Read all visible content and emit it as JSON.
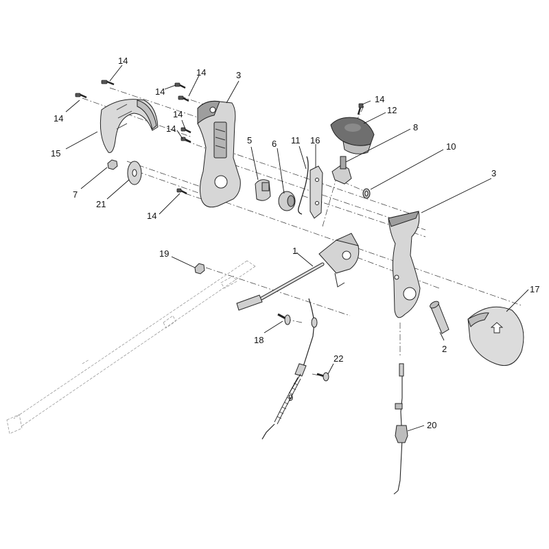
{
  "callouts": [
    {
      "id": "c14a",
      "text": "14"
    },
    {
      "id": "c14b",
      "text": "14"
    },
    {
      "id": "c14c",
      "text": "14"
    },
    {
      "id": "c14d",
      "text": "14"
    },
    {
      "id": "c14e",
      "text": "14"
    },
    {
      "id": "c14f",
      "text": "14"
    },
    {
      "id": "c14g",
      "text": "14"
    },
    {
      "id": "c14h",
      "text": "14"
    },
    {
      "id": "c3a",
      "text": "3"
    },
    {
      "id": "c3b",
      "text": "3"
    },
    {
      "id": "c15",
      "text": "15"
    },
    {
      "id": "c7",
      "text": "7"
    },
    {
      "id": "c21",
      "text": "21"
    },
    {
      "id": "c5",
      "text": "5"
    },
    {
      "id": "c6",
      "text": "6"
    },
    {
      "id": "c11",
      "text": "11"
    },
    {
      "id": "c16",
      "text": "16"
    },
    {
      "id": "c12",
      "text": "12"
    },
    {
      "id": "c8",
      "text": "8"
    },
    {
      "id": "c10",
      "text": "10"
    },
    {
      "id": "c17",
      "text": "17"
    },
    {
      "id": "c1",
      "text": "1"
    },
    {
      "id": "c19",
      "text": "19"
    },
    {
      "id": "c18",
      "text": "18"
    },
    {
      "id": "c2",
      "text": "2"
    },
    {
      "id": "c22",
      "text": "22"
    },
    {
      "id": "c9",
      "text": "9"
    },
    {
      "id": "c20",
      "text": "20"
    }
  ]
}
